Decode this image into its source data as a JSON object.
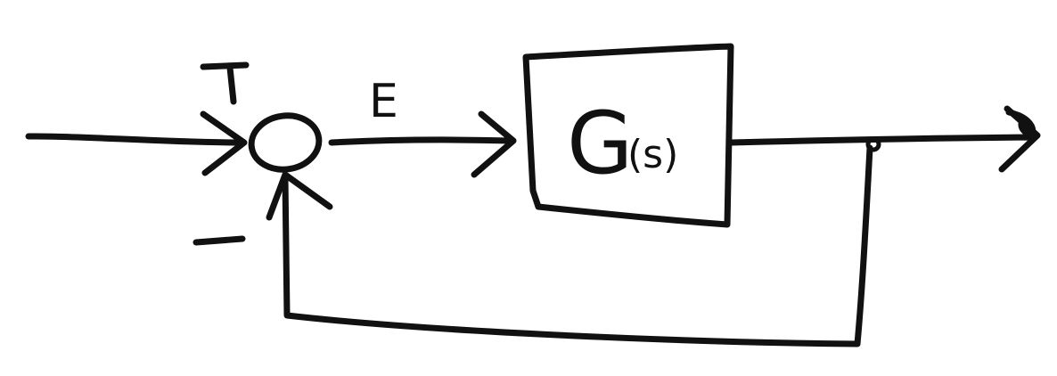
{
  "diagram": {
    "type": "feedback block diagram",
    "summing_junction": {
      "plus_sign": "+",
      "minus_sign": "−"
    },
    "error_label": "E",
    "block": {
      "label_main": "G",
      "label_arg": "(s)"
    },
    "style": {
      "ink_color": "#111111",
      "background": "#ffffff"
    }
  }
}
